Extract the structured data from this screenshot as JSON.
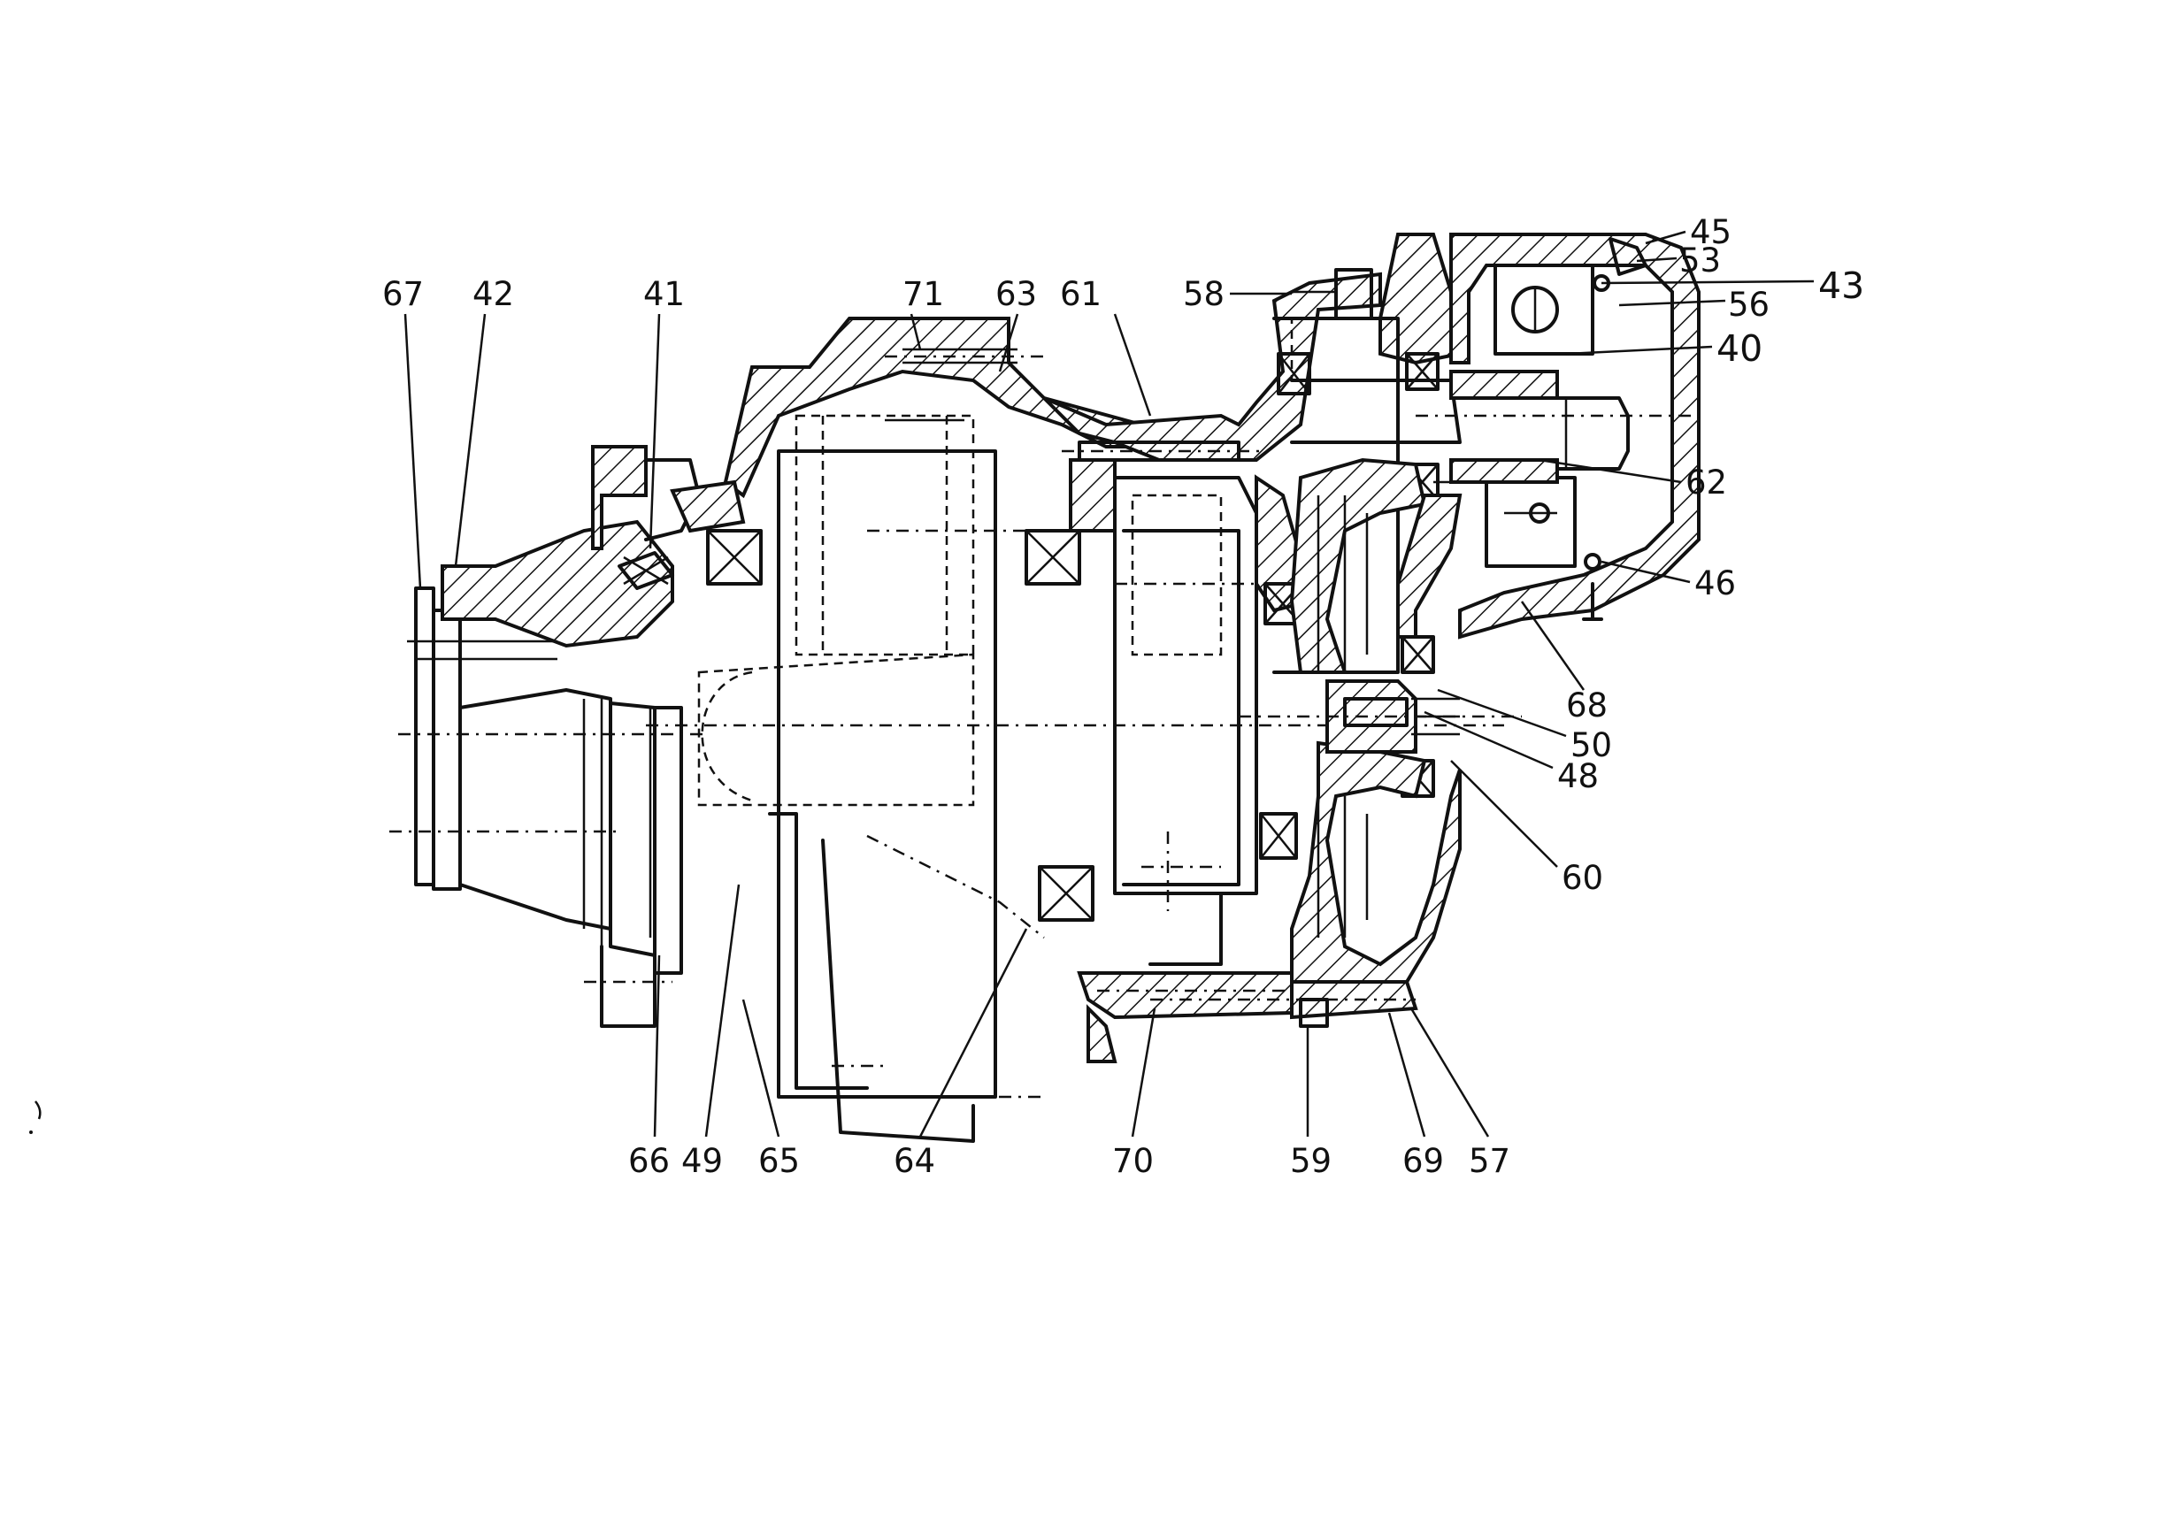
{
  "figure": {
    "callouts": [
      {
        "id": "67",
        "text": "67"
      },
      {
        "id": "42",
        "text": "42"
      },
      {
        "id": "41",
        "text": "41"
      },
      {
        "id": "71",
        "text": "71"
      },
      {
        "id": "63",
        "text": "63"
      },
      {
        "id": "61",
        "text": "61"
      },
      {
        "id": "58",
        "text": "58"
      },
      {
        "id": "45",
        "text": "45"
      },
      {
        "id": "53",
        "text": "53"
      },
      {
        "id": "43",
        "text": "43"
      },
      {
        "id": "56",
        "text": "56"
      },
      {
        "id": "40",
        "text": "40"
      },
      {
        "id": "62",
        "text": "62"
      },
      {
        "id": "46",
        "text": "46"
      },
      {
        "id": "68",
        "text": "68"
      },
      {
        "id": "50",
        "text": "50"
      },
      {
        "id": "48",
        "text": "48"
      },
      {
        "id": "60",
        "text": "60"
      },
      {
        "id": "66",
        "text": "66"
      },
      {
        "id": "49",
        "text": "49"
      },
      {
        "id": "65",
        "text": "65"
      },
      {
        "id": "64",
        "text": "64"
      },
      {
        "id": "70",
        "text": "70"
      },
      {
        "id": "59",
        "text": "59"
      },
      {
        "id": "69",
        "text": "69"
      },
      {
        "id": "57",
        "text": "57"
      }
    ]
  }
}
